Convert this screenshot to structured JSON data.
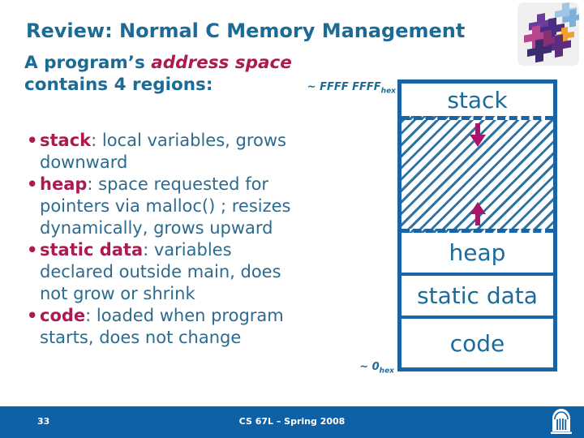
{
  "title": "Review: Normal C Memory Management",
  "subtitle": {
    "line1_prefix": "A program’s ",
    "line1_emphasis": "address space",
    "line2": "contains 4 regions:"
  },
  "bullets": [
    {
      "term": "stack",
      "rest_lines": [
        ": local variables, grows",
        "downward"
      ]
    },
    {
      "term": "heap",
      "rest_lines": [
        ": space requested for",
        "pointers via malloc() ; resizes",
        "dynamically, grows upward"
      ]
    },
    {
      "term": "static data",
      "rest_lines": [
        ": variables",
        "declared outside main, does",
        "not grow or shrink"
      ]
    },
    {
      "term": "code",
      "rest_lines": [
        ": loaded when program",
        "starts, does not change"
      ]
    }
  ],
  "diagram": {
    "top_address": "~ FFFF FFFF",
    "top_address_sub": "hex",
    "bottom_address": "~ 0",
    "bottom_address_sub": "hex",
    "regions": [
      "stack",
      "heap",
      "static data",
      "code"
    ],
    "grow_arrows": [
      "stack-grows-down",
      "heap-grows-up"
    ]
  },
  "footer": {
    "page_number": "33",
    "course": "CS 67L – Spring 2008"
  },
  "icons": {
    "top_right_logo": "puzzle-blocks-logo",
    "footer_logo": "rotunda-icon"
  },
  "colors": {
    "title_blue": "#1C6B96",
    "body_blue": "#2D6B8E",
    "accent_crimson": "#AC1A52",
    "arrow_magenta": "#A6166B",
    "diagram_border_blue": "#1864A6",
    "footer_bar_blue": "#0F61A5",
    "background": "#FFFFFF"
  }
}
